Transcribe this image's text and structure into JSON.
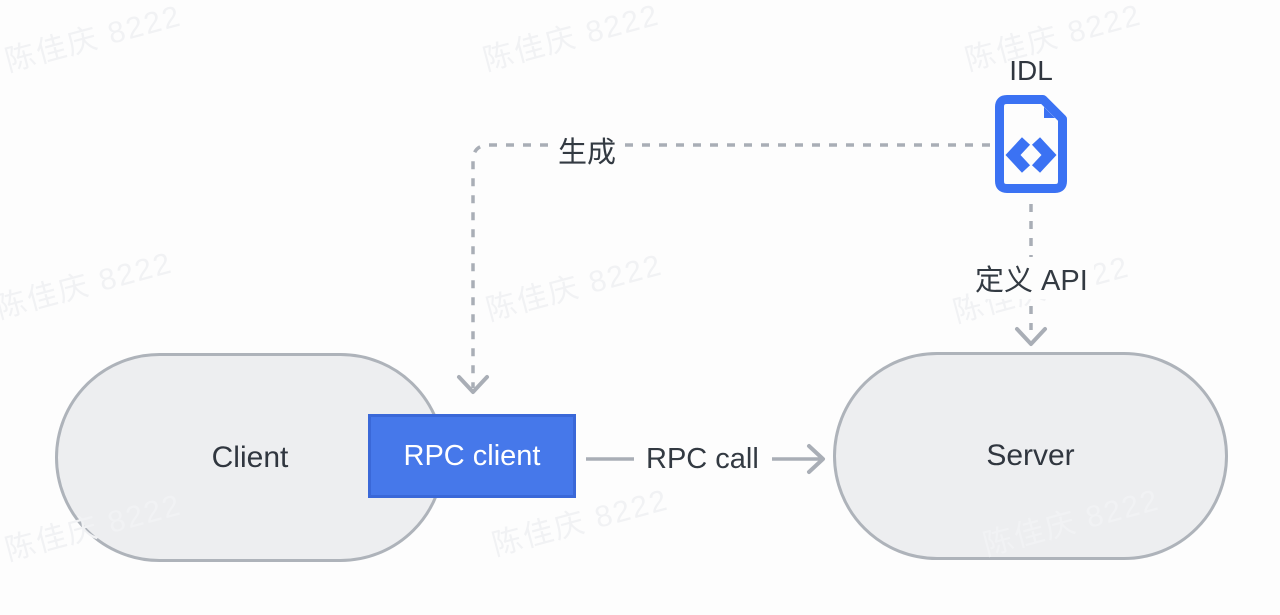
{
  "watermark": {
    "text": "陈佳庆 8222"
  },
  "idl": {
    "title": "IDL"
  },
  "connectors": {
    "generate_label": "生成",
    "define_api_label": "定义 API",
    "rpc_call_label": "RPC call"
  },
  "nodes": {
    "client": "Client",
    "rpc_client": "RPC client",
    "server": "Server"
  },
  "colors": {
    "accent_blue": "#4678EA",
    "accent_blue_border": "#3A68D8",
    "icon_blue": "#3B72F3",
    "connector_gray": "#A9AEB6",
    "node_fill": "#EDEEF0",
    "node_border": "#AEB3BA",
    "text_dark": "#333A42",
    "watermark_gray": "#F1F2F4",
    "background": "#FDFDFD"
  }
}
